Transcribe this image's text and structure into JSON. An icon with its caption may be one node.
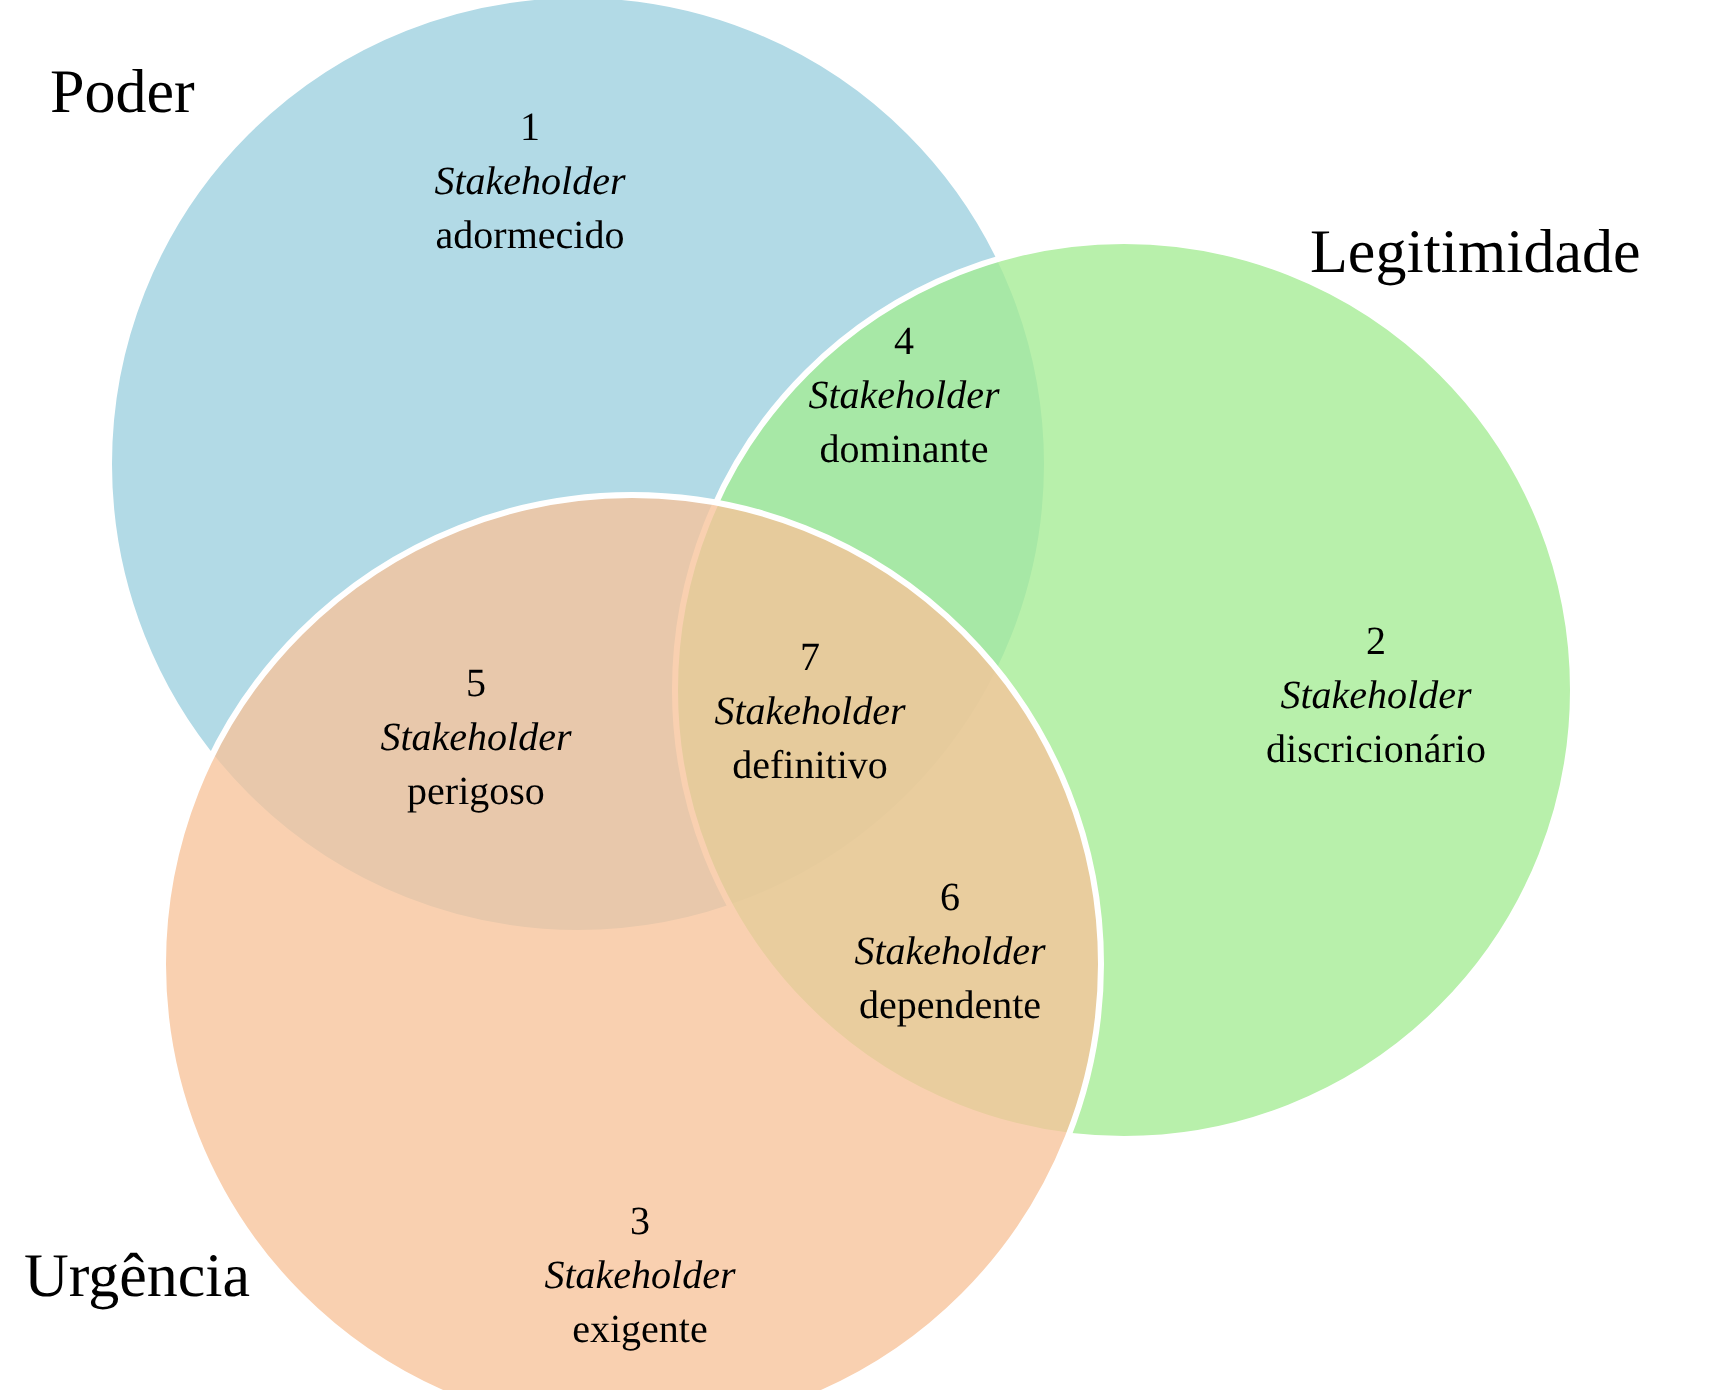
{
  "diagram": {
    "nodes": [
      {
        "text": [
          "Poder"
        ]
      },
      {
        "text": [
          "Legitimidade"
        ]
      },
      {
        "text": [
          "Urgência"
        ]
      }
    ],
    "labels": [
      "1",
      "Stakeholder",
      "adormecido",
      "4",
      "Stakeholder",
      "dominante",
      "2",
      "Stakeholder",
      "discricionário",
      "5",
      "Stakeholder",
      "perigoso",
      "7",
      "Stakeholder",
      "definitivo",
      "6",
      "Stakeholder",
      "dependente",
      "3",
      "Stakeholder",
      "exigente"
    ]
  }
}
